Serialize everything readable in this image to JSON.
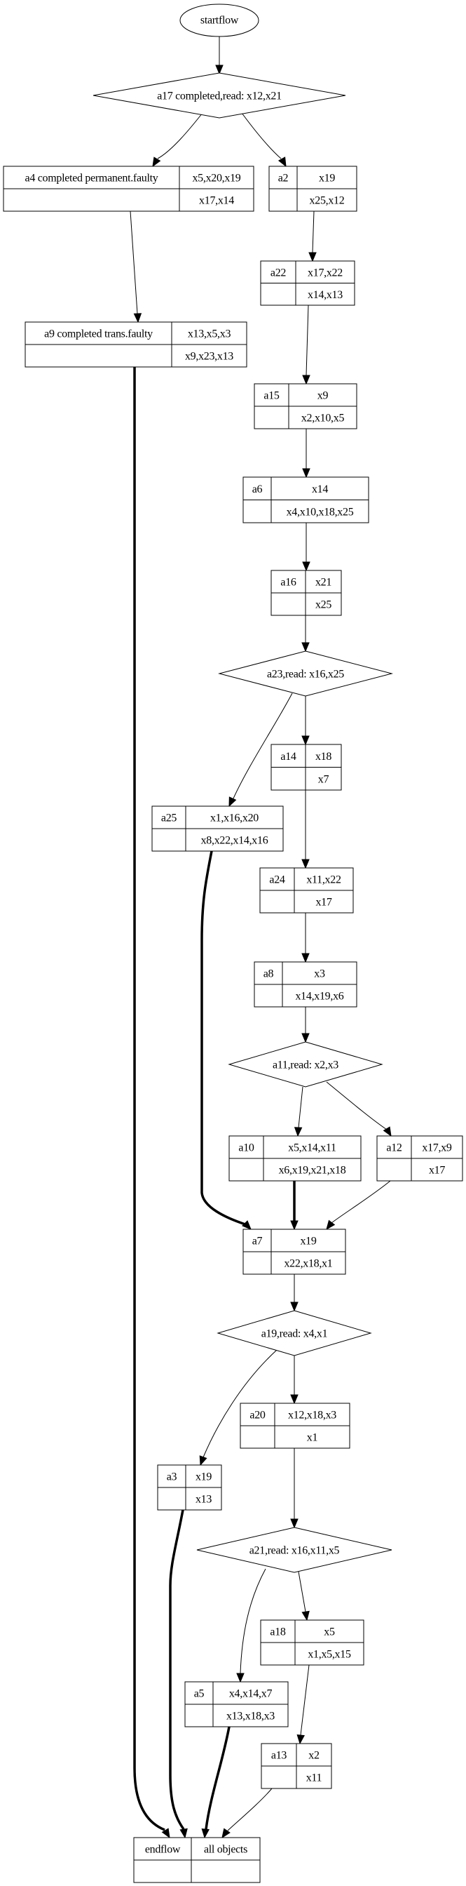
{
  "diagram": {
    "type": "flowchart",
    "start": {
      "id": "startflow",
      "label": "startflow"
    },
    "decisions": [
      {
        "id": "a17",
        "label": "a17 completed,read: x12,x21"
      },
      {
        "id": "a23",
        "label": "a23,read: x16,x25"
      },
      {
        "id": "a11",
        "label": "a11,read: x2,x3"
      },
      {
        "id": "a19",
        "label": "a19,read: x4,x1"
      },
      {
        "id": "a21",
        "label": "a21,read: x16,x11,x5"
      }
    ],
    "records": [
      {
        "id": "a4",
        "name": "a4 completed permanent.faulty",
        "top": "x5,x20,x19",
        "bottom": "x17,x14"
      },
      {
        "id": "a2",
        "name": "a2",
        "top": "x19",
        "bottom": "x25,x12"
      },
      {
        "id": "a9",
        "name": "a9 completed trans.faulty",
        "top": "x13,x5,x3",
        "bottom": "x9,x23,x13"
      },
      {
        "id": "a22",
        "name": "a22",
        "top": "x17,x22",
        "bottom": "x14,x13"
      },
      {
        "id": "a15",
        "name": "a15",
        "top": "x9",
        "bottom": "x2,x10,x5"
      },
      {
        "id": "a6",
        "name": "a6",
        "top": "x14",
        "bottom": "x4,x10,x18,x25"
      },
      {
        "id": "a16",
        "name": "a16",
        "top": "x21",
        "bottom": "x25"
      },
      {
        "id": "a14",
        "name": "a14",
        "top": "x18",
        "bottom": "x7"
      },
      {
        "id": "a25",
        "name": "a25",
        "top": "x1,x16,x20",
        "bottom": "x8,x22,x14,x16"
      },
      {
        "id": "a24",
        "name": "a24",
        "top": "x11,x22",
        "bottom": "x17"
      },
      {
        "id": "a8",
        "name": "a8",
        "top": "x3",
        "bottom": "x14,x19,x6"
      },
      {
        "id": "a10",
        "name": "a10",
        "top": "x5,x14,x11",
        "bottom": "x6,x19,x21,x18"
      },
      {
        "id": "a12",
        "name": "a12",
        "top": "x17,x9",
        "bottom": "x17"
      },
      {
        "id": "a7",
        "name": "a7",
        "top": "x19",
        "bottom": "x22,x18,x1"
      },
      {
        "id": "a20",
        "name": "a20",
        "top": "x12,x18,x3",
        "bottom": "x1"
      },
      {
        "id": "a3",
        "name": "a3",
        "top": "x19",
        "bottom": "x13"
      },
      {
        "id": "a18",
        "name": "a18",
        "top": "x5",
        "bottom": "x1,x5,x15"
      },
      {
        "id": "a5",
        "name": "a5",
        "top": "x4,x14,x7",
        "bottom": "x13,x18,x3"
      },
      {
        "id": "a13",
        "name": "a13",
        "top": "x2",
        "bottom": "x11"
      },
      {
        "id": "endflow",
        "name": "endflow",
        "top": "all objects",
        "bottom": ""
      }
    ],
    "edges": [
      {
        "from": "startflow",
        "to": "a17",
        "style": "normal"
      },
      {
        "from": "a17",
        "to": "a4",
        "style": "normal"
      },
      {
        "from": "a17",
        "to": "a2",
        "style": "normal"
      },
      {
        "from": "a4",
        "to": "a9",
        "style": "normal"
      },
      {
        "from": "a9",
        "to": "endflow",
        "style": "bold"
      },
      {
        "from": "a2",
        "to": "a22",
        "style": "normal"
      },
      {
        "from": "a22",
        "to": "a15",
        "style": "normal"
      },
      {
        "from": "a15",
        "to": "a6",
        "style": "normal"
      },
      {
        "from": "a6",
        "to": "a16",
        "style": "normal"
      },
      {
        "from": "a16",
        "to": "a23",
        "style": "normal"
      },
      {
        "from": "a23",
        "to": "a25",
        "style": "normal"
      },
      {
        "from": "a23",
        "to": "a14",
        "style": "normal"
      },
      {
        "from": "a25",
        "to": "a7",
        "style": "bold"
      },
      {
        "from": "a14",
        "to": "a24",
        "style": "normal"
      },
      {
        "from": "a24",
        "to": "a8",
        "style": "normal"
      },
      {
        "from": "a8",
        "to": "a11",
        "style": "normal"
      },
      {
        "from": "a11",
        "to": "a10",
        "style": "normal"
      },
      {
        "from": "a11",
        "to": "a12",
        "style": "normal"
      },
      {
        "from": "a10",
        "to": "a7",
        "style": "bold"
      },
      {
        "from": "a12",
        "to": "a7",
        "style": "normal"
      },
      {
        "from": "a7",
        "to": "a19",
        "style": "normal"
      },
      {
        "from": "a19",
        "to": "a3",
        "style": "normal"
      },
      {
        "from": "a19",
        "to": "a20",
        "style": "normal"
      },
      {
        "from": "a3",
        "to": "endflow",
        "style": "bold"
      },
      {
        "from": "a20",
        "to": "a21",
        "style": "normal"
      },
      {
        "from": "a21",
        "to": "a5",
        "style": "normal"
      },
      {
        "from": "a21",
        "to": "a18",
        "style": "normal"
      },
      {
        "from": "a5",
        "to": "endflow",
        "style": "bold"
      },
      {
        "from": "a18",
        "to": "a13",
        "style": "normal"
      },
      {
        "from": "a13",
        "to": "endflow",
        "style": "normal"
      }
    ]
  }
}
